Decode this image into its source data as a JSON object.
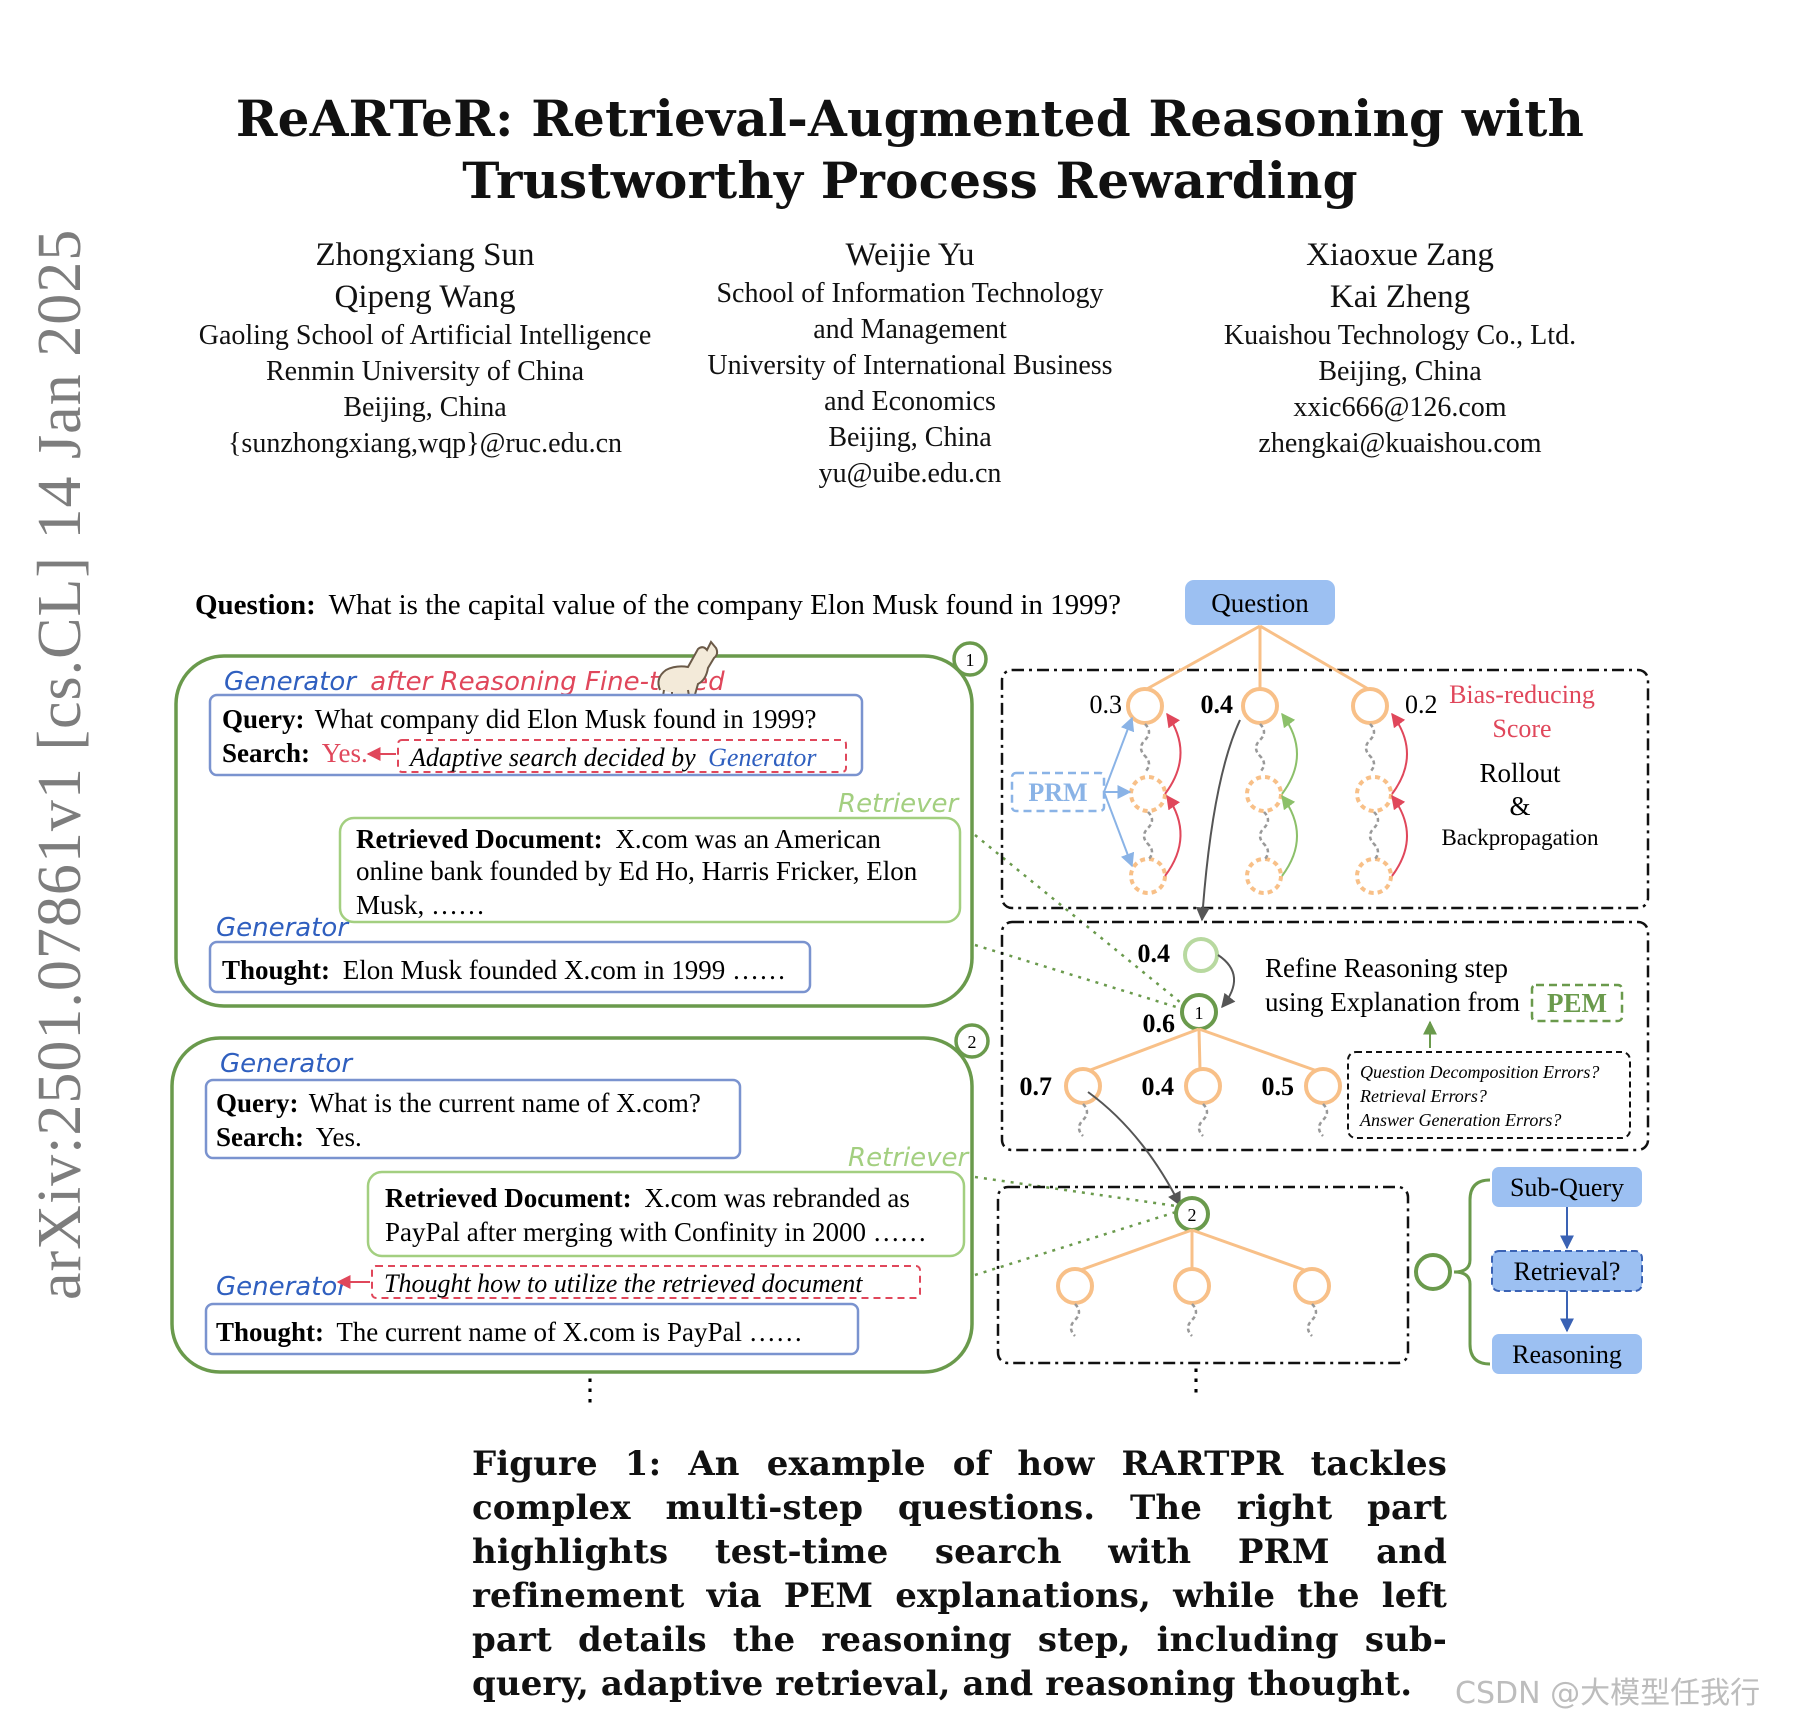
{
  "arxiv_stamp": "arXiv:2501.07861v1  [cs.CL]  14 Jan 2025",
  "title": "ReARTeR: Retrieval-Augmented Reasoning with Trustworthy Process Rewarding",
  "authors": [
    {
      "names": [
        "Zhongxiang Sun",
        "Qipeng Wang"
      ],
      "lines": [
        "Gaoling School of Artificial Intelligence",
        "Renmin University of China",
        "Beijing, China",
        "{sunzhongxiang,wqp}@ruc.edu.cn"
      ]
    },
    {
      "names": [
        "Weijie Yu"
      ],
      "lines": [
        "School of Information Technology",
        "and Management",
        "University of International Business",
        "and Economics",
        "Beijing, China",
        "yu@uibe.edu.cn"
      ]
    },
    {
      "names": [
        "Xiaoxue Zang",
        "Kai Zheng"
      ],
      "lines": [
        "Kuaishou Technology Co., Ltd.",
        "Beijing, China",
        "xxic666@126.com",
        "zhengkai@kuaishou.com"
      ]
    }
  ],
  "figure": {
    "question_label": "Question:",
    "question_text": "What is the capital value of the company Elon Musk found in 1999?",
    "question_node": "Question",
    "step1": {
      "badge": "1",
      "generator_label": "Generator",
      "finetuned_label": "after Reasoning Fine-tuned",
      "query_label": "Query:",
      "query_text": "What company did Elon Musk found in 1999?",
      "search_label": "Search:",
      "search_value": "Yes.",
      "adaptive_note": "Adaptive search decided by",
      "adaptive_note_generator": "Generator",
      "retriever_label": "Retriever",
      "doc_label": "Retrieved Document:",
      "doc_line1": "X.com was an American",
      "doc_line2": "online bank founded by Ed Ho, Harris Fricker, Elon",
      "doc_line3": "Musk, ……",
      "generator_label2": "Generator",
      "thought_label": "Thought:",
      "thought_text": "Elon Musk founded X.com in 1999 ……"
    },
    "step2": {
      "badge": "2",
      "generator_label": "Generator",
      "query_label": "Query:",
      "query_text": "What is the current name of X.com?",
      "search_label": "Search:",
      "search_value": "Yes.",
      "retriever_label": "Retriever",
      "doc_label": "Retrieved Document:",
      "doc_line1": "X.com was rebranded as",
      "doc_line2": "PayPal after merging with Confinity in 2000 ……",
      "generator_label2": "Generator",
      "utilize_note": "Thought how to utilize the retrieved document",
      "thought_label": "Thought:",
      "thought_text": "The current name of X.com is PayPal ……"
    },
    "rollout": {
      "scores": [
        "0.3",
        "0.4",
        "0.2"
      ],
      "prm_label": "PRM",
      "bias_label_1": "Bias-reducing",
      "bias_label_2": "Score",
      "rollout_label": "Rollout",
      "amp_label": "&",
      "backprop_label": "Backpropagation"
    },
    "refine": {
      "score_top": "0.4",
      "score_node": "0.6",
      "node_badge": "1",
      "refine_line1": "Refine Reasoning step",
      "refine_line2": "using Explanation from",
      "pem_label": "PEM",
      "child_scores": [
        "0.7",
        "0.4",
        "0.5"
      ],
      "errors": [
        "Question Decomposition Errors?",
        "Retrieval Errors?",
        "Answer Generation Errors?"
      ]
    },
    "tree2_badge": "2",
    "legend": {
      "sub_query": "Sub-Query",
      "retrieval": "Retrieval?",
      "reasoning": "Reasoning"
    },
    "ellipsis": "⋮",
    "colors": {
      "green": "#6a9a4c",
      "blue_border": "#7a93cf",
      "generator_blue": "#2f5fbf",
      "red": "#e0475b",
      "orange": "#f8c088",
      "node_blue": "#9cc0f2",
      "retriever_green": "#a3cf80",
      "prm_blue": "#8ab3e6"
    }
  },
  "caption": "Figure 1: An example of how RARTPR tackles complex multi-step questions. The right part highlights test-time search with PRM and refinement via PEM explanations, while the left part details the reasoning step, including sub-query, adaptive retrieval, and reasoning thought.",
  "watermark": "CSDN @大模型任我行"
}
